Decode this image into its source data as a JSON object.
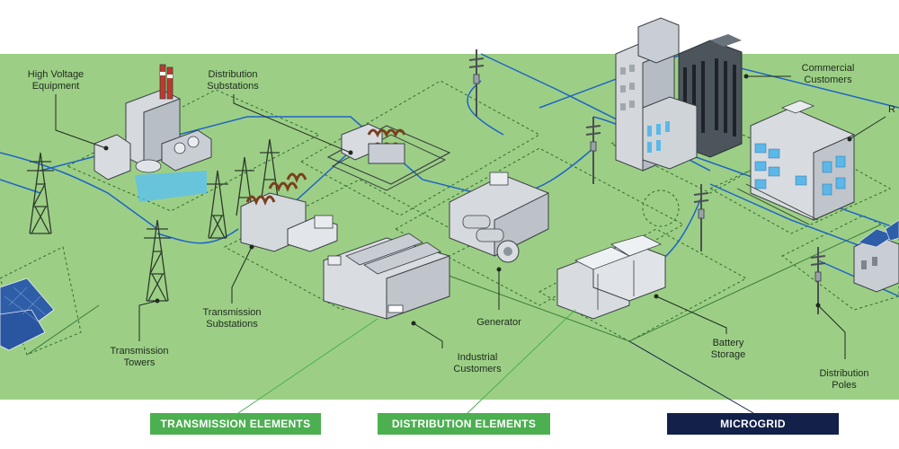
{
  "labels": {
    "high_voltage_equipment": "High Voltage\nEquipment",
    "distribution_substations": "Distribution\nSubstations",
    "commercial_customers": "Commercial\nCustomers",
    "residential_partial": "R",
    "transmission_substations": "Transmission\nSubstations",
    "transmission_towers": "Transmission\nTowers",
    "generator": "Generator",
    "industrial_customers": "Industrial\nCustomers",
    "battery_storage": "Battery\nStorage",
    "distribution_poles": "Distribution\nPoles"
  },
  "legend": {
    "transmission": "TRANSMISSION ELEMENTS",
    "distribution": "DISTRIBUTION ELEMENTS",
    "microgrid": "MICROGRID"
  },
  "colors": {
    "ground": "#9ccf85",
    "transmission_legend": "#4caf50",
    "distribution_legend": "#4caf50",
    "microgrid_legend": "#13204a",
    "power_line": "#1e63c8"
  },
  "icons": [
    "solar-panel-icon",
    "transmission-tower-icon",
    "power-plant-icon",
    "substation-icon",
    "factory-icon",
    "generator-icon",
    "battery-icon",
    "office-building-icon",
    "utility-pole-icon",
    "house-icon"
  ]
}
